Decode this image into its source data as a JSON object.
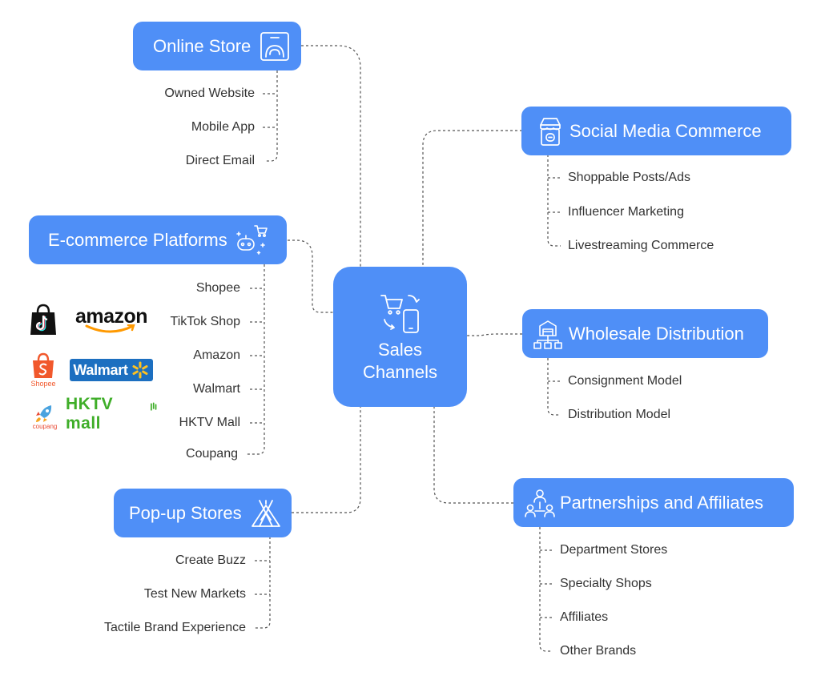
{
  "center": {
    "line1": "Sales",
    "line2": "Channels"
  },
  "online_store": {
    "title": "Online Store",
    "items": [
      "Owned Website",
      "Mobile App",
      "Direct Email"
    ]
  },
  "ecommerce": {
    "title": "E-commerce Platforms",
    "items": [
      "Shopee",
      "TikTok Shop",
      "Amazon",
      "Walmart",
      "HKTV Mall",
      "Coupang"
    ]
  },
  "popup": {
    "title": "Pop-up Stores",
    "items": [
      "Create Buzz",
      "Test New Markets",
      "Tactile Brand Experience"
    ]
  },
  "social": {
    "title": "Social Media Commerce",
    "items": [
      "Shoppable Posts/Ads",
      "Influencer Marketing",
      "Livestreaming Commerce"
    ]
  },
  "wholesale": {
    "title": "Wholesale Distribution",
    "items": [
      "Consignment Model",
      "Distribution Model"
    ]
  },
  "partners": {
    "title": "Partnerships and Affiliates",
    "items": [
      "Department Stores",
      "Specialty Shops",
      "Affiliates",
      "Other Brands"
    ]
  },
  "logos": {
    "amazon": "amazon",
    "shopee": "Shopee",
    "walmart": "Walmart",
    "hktv": "HKTV mall",
    "coupang": "coupang"
  },
  "colors": {
    "node": "#4f8ff7",
    "text": "#333333",
    "connector": "#555555"
  },
  "icons": {
    "online_store": "storefront-icon",
    "ecommerce": "shopping-robot-icon",
    "popup": "tent-icon",
    "social": "social-shop-icon",
    "wholesale": "warehouse-network-icon",
    "partners": "people-network-icon",
    "center": "cart-phone-icon"
  }
}
